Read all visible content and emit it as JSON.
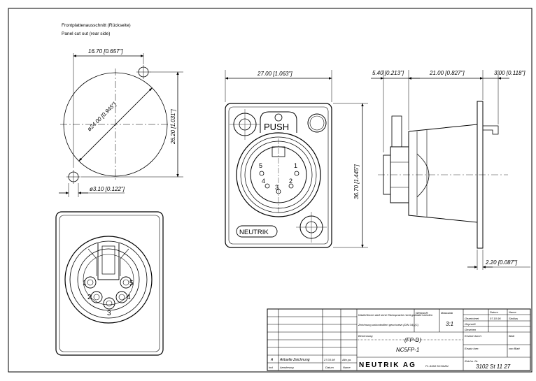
{
  "header": {
    "title_de": "Frontplattenausschnitt (Rückseite)",
    "title_en": "Panel cut out (rear side)"
  },
  "cutout": {
    "dim_width": "16.70 [0.657\"]",
    "dim_diameter": "ø24.00 [0.945\"]",
    "dim_height": "26.20 [1.031\"]",
    "dim_hole": "ø3.10 [0.122\"]"
  },
  "front": {
    "dim_width": "27.00 [1.063\"]",
    "dim_height": "36.70 [1.445\"]",
    "push_label": "PUSH",
    "brand_plate": "NEUTRIK",
    "pins": [
      "1",
      "2",
      "3",
      "4",
      "5"
    ]
  },
  "side": {
    "dim_a": "5.40 [0.213\"]",
    "dim_b": "21.00 [0.827\"]",
    "dim_c": "3.00 [0.118\"]",
    "dim_d": "2.20 [0.087\"]"
  },
  "rear": {
    "pins": [
      "1",
      "2",
      "3",
      "4",
      "5"
    ]
  },
  "title_block": {
    "note1": "Käuferfirmen darf ohne Rücksprache nicht geändert werden",
    "note2": "Zeichnung unkontrolliert geschuetzt (DIN 34) (C)",
    "material_label": "Werkstoff:",
    "scale_label": "Massstab",
    "scale_value": "3:1",
    "date_header": "Datum",
    "name_header": "Name",
    "drawn_label": "Gezeichnet",
    "drawn_date": "07.10.96",
    "drawn_name": "Stoklas",
    "checked_label": "Geprueft",
    "approved_label": "Gesehen",
    "replaced_by_label": "Ersetzt durch:",
    "replaces_label": "Ersatz fuer:",
    "sheet_label": "Blatt",
    "of_label": "von Blatt",
    "designation_label": "Benennung",
    "designation_sub": "(FP-D)",
    "designation": "NC5FP-1",
    "drawing_no_label": "Zeichn. Nr.",
    "drawing_no": "3102 St 11 27",
    "company": "NEUTRIK AG",
    "address": "FL-9494 SCHAAN",
    "rev_letter": "A",
    "rev_text": "Aktuelle Zeichnung",
    "rev_date": "27.03.98",
    "rev_name": "Alin.ya.",
    "col_index": "Ind.",
    "col_change": "Aenderung",
    "col_date": "Datum",
    "col_name": "Name"
  }
}
